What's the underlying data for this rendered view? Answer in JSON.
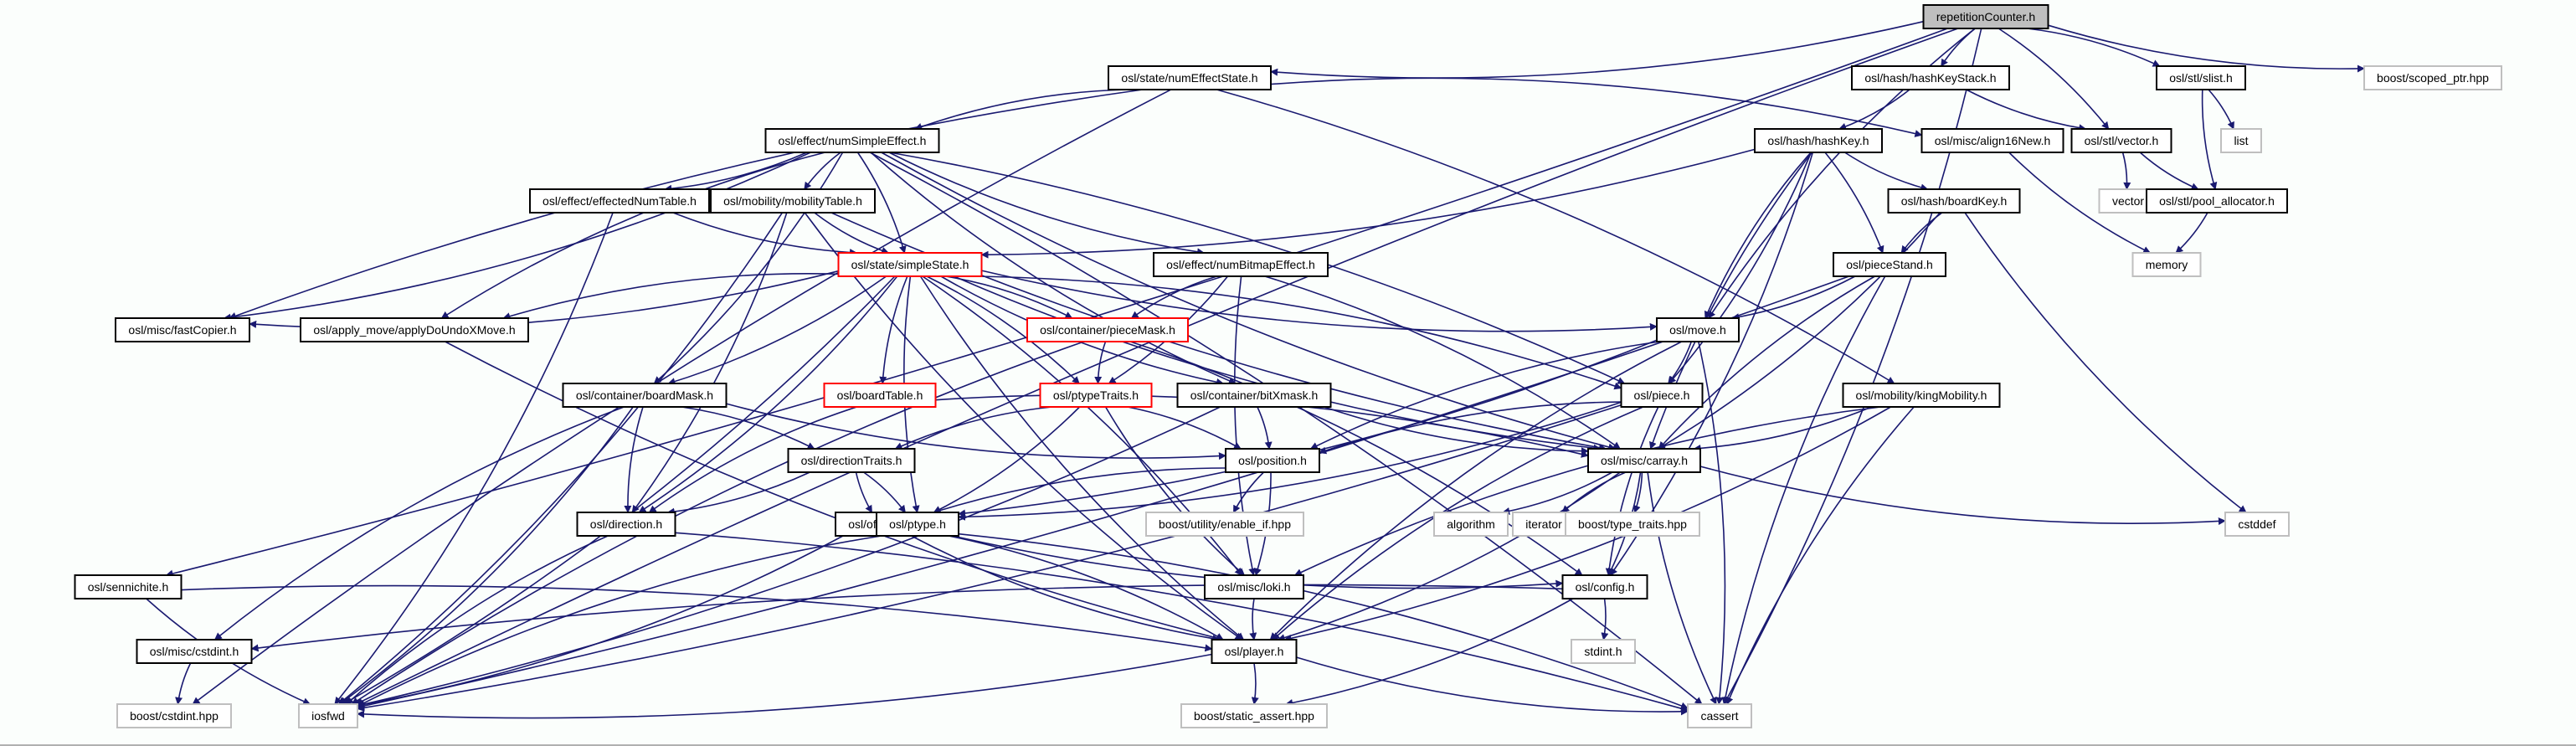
{
  "diagram": {
    "title": "repetitionCounter.h",
    "type": "include-dependency-graph",
    "colors": {
      "edge": "#191970",
      "root_fill": "#bfbfbf",
      "internal_border": "#000000",
      "external_border": "#bfbfbf",
      "highlight_border": "#ff0000",
      "background": "#fbfefc"
    },
    "nodes": [
      {
        "id": "root",
        "label": "repetitionCounter.h",
        "kind": "root"
      },
      {
        "id": "numEffectState",
        "label": "osl/state/numEffectState.h",
        "kind": "internal"
      },
      {
        "id": "hashKeyStack",
        "label": "osl/hash/hashKeyStack.h",
        "kind": "internal"
      },
      {
        "id": "slist",
        "label": "osl/stl/slist.h",
        "kind": "internal"
      },
      {
        "id": "scoped_ptr",
        "label": "boost/scoped_ptr.hpp",
        "kind": "external"
      },
      {
        "id": "numSimpleEffect",
        "label": "osl/effect/numSimpleEffect.h",
        "kind": "internal"
      },
      {
        "id": "hashKey",
        "label": "osl/hash/hashKey.h",
        "kind": "internal"
      },
      {
        "id": "align16New",
        "label": "osl/misc/align16New.h",
        "kind": "internal"
      },
      {
        "id": "stlvector",
        "label": "osl/stl/vector.h",
        "kind": "internal"
      },
      {
        "id": "list",
        "label": "list",
        "kind": "external"
      },
      {
        "id": "effectedNumTable",
        "label": "osl/effect/effectedNumTable.h",
        "kind": "internal"
      },
      {
        "id": "mobilityTable",
        "label": "osl/mobility/mobilityTable.h",
        "kind": "internal"
      },
      {
        "id": "boardKey",
        "label": "osl/hash/boardKey.h",
        "kind": "internal"
      },
      {
        "id": "vector",
        "label": "vector",
        "kind": "external"
      },
      {
        "id": "pool_allocator",
        "label": "osl/stl/pool_allocator.h",
        "kind": "internal"
      },
      {
        "id": "simpleState",
        "label": "osl/state/simpleState.h",
        "kind": "highlight"
      },
      {
        "id": "numBitmapEffect",
        "label": "osl/effect/numBitmapEffect.h",
        "kind": "internal"
      },
      {
        "id": "pieceStand",
        "label": "osl/pieceStand.h",
        "kind": "internal"
      },
      {
        "id": "memory",
        "label": "memory",
        "kind": "external"
      },
      {
        "id": "fastCopier",
        "label": "osl/misc/fastCopier.h",
        "kind": "internal"
      },
      {
        "id": "applyDoUndoXMove",
        "label": "osl/apply_move/applyDoUndoXMove.h",
        "kind": "internal"
      },
      {
        "id": "pieceMask",
        "label": "osl/container/pieceMask.h",
        "kind": "highlight"
      },
      {
        "id": "move",
        "label": "osl/move.h",
        "kind": "internal"
      },
      {
        "id": "boardMask",
        "label": "osl/container/boardMask.h",
        "kind": "internal"
      },
      {
        "id": "boardTable",
        "label": "osl/boardTable.h",
        "kind": "highlight"
      },
      {
        "id": "ptypeTraits",
        "label": "osl/ptypeTraits.h",
        "kind": "highlight"
      },
      {
        "id": "bitXmask",
        "label": "osl/container/bitXmask.h",
        "kind": "internal"
      },
      {
        "id": "piece",
        "label": "osl/piece.h",
        "kind": "internal"
      },
      {
        "id": "kingMobility",
        "label": "osl/mobility/kingMobility.h",
        "kind": "internal"
      },
      {
        "id": "directionTraits",
        "label": "osl/directionTraits.h",
        "kind": "internal"
      },
      {
        "id": "position",
        "label": "osl/position.h",
        "kind": "internal"
      },
      {
        "id": "carray",
        "label": "osl/misc/carray.h",
        "kind": "internal"
      },
      {
        "id": "direction",
        "label": "osl/direction.h",
        "kind": "internal"
      },
      {
        "id": "offset",
        "label": "osl/offset.h",
        "kind": "internal"
      },
      {
        "id": "ptype",
        "label": "osl/ptype.h",
        "kind": "internal"
      },
      {
        "id": "enable_if",
        "label": "boost/utility/enable_if.hpp",
        "kind": "external"
      },
      {
        "id": "algorithm",
        "label": "algorithm",
        "kind": "external"
      },
      {
        "id": "iterator",
        "label": "iterator",
        "kind": "external"
      },
      {
        "id": "type_traits",
        "label": "boost/type_traits.hpp",
        "kind": "external"
      },
      {
        "id": "cstddef",
        "label": "cstddef",
        "kind": "external"
      },
      {
        "id": "sennichite",
        "label": "osl/sennichite.h",
        "kind": "internal"
      },
      {
        "id": "loki",
        "label": "osl/misc/loki.h",
        "kind": "internal"
      },
      {
        "id": "config",
        "label": "osl/config.h",
        "kind": "internal"
      },
      {
        "id": "cstdint",
        "label": "osl/misc/cstdint.h",
        "kind": "internal"
      },
      {
        "id": "player",
        "label": "osl/player.h",
        "kind": "internal"
      },
      {
        "id": "stdint",
        "label": "stdint.h",
        "kind": "external"
      },
      {
        "id": "boost_cstdint",
        "label": "boost/cstdint.hpp",
        "kind": "external"
      },
      {
        "id": "iosfwd",
        "label": "iosfwd",
        "kind": "external"
      },
      {
        "id": "static_assert",
        "label": "boost/static_assert.hpp",
        "kind": "external"
      },
      {
        "id": "cassert",
        "label": "cassert",
        "kind": "external"
      }
    ],
    "edges": [
      [
        "root",
        "numEffectState"
      ],
      [
        "root",
        "hashKeyStack"
      ],
      [
        "root",
        "slist"
      ],
      [
        "root",
        "scoped_ptr"
      ],
      [
        "root",
        "stlvector"
      ],
      [
        "root",
        "move"
      ],
      [
        "root",
        "sennichite"
      ],
      [
        "root",
        "iosfwd"
      ],
      [
        "root",
        "cassert"
      ],
      [
        "numEffectState",
        "numSimpleEffect"
      ],
      [
        "numEffectState",
        "align16New"
      ],
      [
        "numEffectState",
        "fastCopier"
      ],
      [
        "numEffectState",
        "kingMobility"
      ],
      [
        "numEffectState",
        "boost_cstdint"
      ],
      [
        "hashKeyStack",
        "hashKey"
      ],
      [
        "hashKeyStack",
        "stlvector"
      ],
      [
        "slist",
        "list"
      ],
      [
        "slist",
        "pool_allocator"
      ],
      [
        "stlvector",
        "vector"
      ],
      [
        "stlvector",
        "pool_allocator"
      ],
      [
        "pool_allocator",
        "memory"
      ],
      [
        "align16New",
        "memory"
      ],
      [
        "numSimpleEffect",
        "effectedNumTable"
      ],
      [
        "numSimpleEffect",
        "mobilityTable"
      ],
      [
        "numSimpleEffect",
        "simpleState"
      ],
      [
        "numSimpleEffect",
        "numBitmapEffect"
      ],
      [
        "numSimpleEffect",
        "fastCopier"
      ],
      [
        "numSimpleEffect",
        "applyDoUndoXMove"
      ],
      [
        "numSimpleEffect",
        "boardMask"
      ],
      [
        "numSimpleEffect",
        "bitXmask"
      ],
      [
        "numSimpleEffect",
        "piece"
      ],
      [
        "numSimpleEffect",
        "carray"
      ],
      [
        "numSimpleEffect",
        "cassert"
      ],
      [
        "effectedNumTable",
        "simpleState"
      ],
      [
        "effectedNumTable",
        "iosfwd"
      ],
      [
        "mobilityTable",
        "simpleState"
      ],
      [
        "mobilityTable",
        "direction"
      ],
      [
        "mobilityTable",
        "carray"
      ],
      [
        "mobilityTable",
        "iosfwd"
      ],
      [
        "mobilityTable",
        "player"
      ],
      [
        "hashKey",
        "simpleState"
      ],
      [
        "hashKey",
        "boardKey"
      ],
      [
        "hashKey",
        "pieceStand"
      ],
      [
        "hashKey",
        "move"
      ],
      [
        "hashKey",
        "piece"
      ],
      [
        "hashKey",
        "carray"
      ],
      [
        "hashKey",
        "config"
      ],
      [
        "boardKey",
        "pieceStand"
      ],
      [
        "boardKey",
        "carray"
      ],
      [
        "boardKey",
        "cstddef"
      ],
      [
        "pieceStand",
        "move"
      ],
      [
        "pieceStand",
        "carray"
      ],
      [
        "pieceStand",
        "iosfwd"
      ],
      [
        "pieceStand",
        "cassert"
      ],
      [
        "simpleState",
        "fastCopier"
      ],
      [
        "simpleState",
        "applyDoUndoXMove"
      ],
      [
        "simpleState",
        "pieceMask"
      ],
      [
        "simpleState",
        "move"
      ],
      [
        "simpleState",
        "boardMask"
      ],
      [
        "simpleState",
        "boardTable"
      ],
      [
        "simpleState",
        "ptypeTraits"
      ],
      [
        "simpleState",
        "bitXmask"
      ],
      [
        "simpleState",
        "piece"
      ],
      [
        "simpleState",
        "carray"
      ],
      [
        "simpleState",
        "direction"
      ],
      [
        "simpleState",
        "ptype"
      ],
      [
        "simpleState",
        "loki"
      ],
      [
        "simpleState",
        "player"
      ],
      [
        "simpleState",
        "iosfwd"
      ],
      [
        "numBitmapEffect",
        "pieceMask"
      ],
      [
        "numBitmapEffect",
        "ptypeTraits"
      ],
      [
        "numBitmapEffect",
        "loki"
      ],
      [
        "numBitmapEffect",
        "carray"
      ],
      [
        "pieceMask",
        "ptypeTraits"
      ],
      [
        "pieceMask",
        "config"
      ],
      [
        "pieceMask",
        "iosfwd"
      ],
      [
        "move",
        "piece"
      ],
      [
        "move",
        "position"
      ],
      [
        "move",
        "ptype"
      ],
      [
        "move",
        "player"
      ],
      [
        "move",
        "cassert"
      ],
      [
        "boardMask",
        "position"
      ],
      [
        "boardMask",
        "directionTraits"
      ],
      [
        "boardMask",
        "cstdint"
      ],
      [
        "boardMask",
        "iosfwd"
      ],
      [
        "boardMask",
        "direction"
      ],
      [
        "boardTable",
        "carray"
      ],
      [
        "boardTable",
        "direction"
      ],
      [
        "ptypeTraits",
        "position"
      ],
      [
        "ptypeTraits",
        "directionTraits"
      ],
      [
        "ptypeTraits",
        "ptype"
      ],
      [
        "ptypeTraits",
        "loki"
      ],
      [
        "bitXmask",
        "position"
      ],
      [
        "bitXmask",
        "carray"
      ],
      [
        "bitXmask",
        "iosfwd"
      ],
      [
        "piece",
        "position"
      ],
      [
        "piece",
        "ptype"
      ],
      [
        "piece",
        "player"
      ],
      [
        "piece",
        "iosfwd"
      ],
      [
        "piece",
        "config"
      ],
      [
        "kingMobility",
        "carray"
      ],
      [
        "kingMobility",
        "loki"
      ],
      [
        "kingMobility",
        "player"
      ],
      [
        "kingMobility",
        "cassert"
      ],
      [
        "directionTraits",
        "direction"
      ],
      [
        "directionTraits",
        "offset"
      ],
      [
        "directionTraits",
        "ptype"
      ],
      [
        "position",
        "enable_if"
      ],
      [
        "position",
        "loki"
      ],
      [
        "position",
        "offset"
      ],
      [
        "carray",
        "algorithm"
      ],
      [
        "carray",
        "iterator"
      ],
      [
        "carray",
        "type_traits"
      ],
      [
        "carray",
        "cstddef"
      ],
      [
        "carray",
        "config"
      ],
      [
        "carray",
        "cassert"
      ],
      [
        "carray",
        "player"
      ],
      [
        "direction",
        "iosfwd"
      ],
      [
        "direction",
        "cassert"
      ],
      [
        "offset",
        "player"
      ],
      [
        "offset",
        "iosfwd"
      ],
      [
        "offset",
        "config"
      ],
      [
        "ptype",
        "player"
      ],
      [
        "ptype",
        "iosfwd"
      ],
      [
        "ptype",
        "cassert"
      ],
      [
        "sennichite",
        "iosfwd"
      ],
      [
        "sennichite",
        "player"
      ],
      [
        "loki",
        "player"
      ],
      [
        "config",
        "stdint"
      ],
      [
        "config",
        "cstdint"
      ],
      [
        "config",
        "static_assert"
      ],
      [
        "cstdint",
        "boost_cstdint"
      ],
      [
        "player",
        "static_assert"
      ],
      [
        "player",
        "cassert"
      ],
      [
        "player",
        "iosfwd"
      ],
      [
        "applyDoUndoXMove",
        "player"
      ]
    ]
  }
}
